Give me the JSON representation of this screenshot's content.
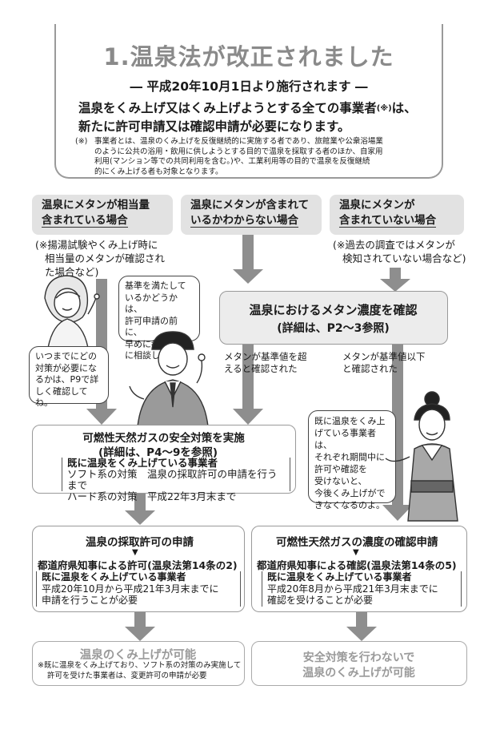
{
  "header": {
    "title": "1.温泉法が改正されました",
    "subtitle": "― 平成20年10月1日より施行されます ―",
    "main_line1": "温泉をくみ上げ又はくみ上げようとする全ての事業者",
    "main_mark": "(※)",
    "main_line1_end": "は、",
    "main_line2": "新たに許可申請又は確認申請が必要になります。",
    "footnote_mark": "(※)",
    "footnote": [
      "事業者とは、温泉のくみ上げを反復継続的に実施する者であり、旅館業や公衆浴場業",
      "のように公共の浴用・飲用に供しようとする目的で温泉を採取する者のほか、自家用",
      "利用(マンション等での共同利用を含む。)や、工業利用等の目的で温泉を反復継続",
      "的にくみ上げる者も対象となります。"
    ]
  },
  "cases": [
    {
      "line1": "温泉にメタンが相当量",
      "line2": "含まれている場合",
      "note": [
        "(※揚湯試験やくみ上げ時に",
        "相当量のメタンが確認され",
        "た場合など)"
      ]
    },
    {
      "line1": "温泉にメタンが含まれて",
      "line2": "いるかわからない場合",
      "note": []
    },
    {
      "line1": "温泉にメタンが",
      "line2": "含まれていない場合",
      "note": [
        "(※過去の調査ではメタンが",
        "検知されていない場合など)"
      ]
    }
  ],
  "bubbles": {
    "woman_left": [
      "いつまでにどの",
      "対策が必要にな",
      "るかは、P9で詳",
      "しく確認してね。"
    ],
    "man": [
      "基準を満たして",
      "いるかどうかは、",
      "許可申請の前に、",
      "早めに都道府県",
      "に相談しよう。"
    ],
    "woman_right": [
      "既に温泉をくみ上",
      "げている事業者は、",
      "それぞれ期間中に",
      "許可や確認を",
      "受けないと、",
      "今後くみ上げがで",
      "きなくなるのよ。"
    ]
  },
  "methane_check": {
    "line1": "温泉におけるメタン濃度を確認",
    "line2": "(詳細は、P2〜3参照)"
  },
  "conditions": {
    "above": [
      "メタンが基準値を超",
      "えると確認された"
    ],
    "below": [
      "メタンが基準値以下",
      "と確認された"
    ]
  },
  "safety": {
    "title1": "可燃性天然ガスの安全対策を実施",
    "title2": "(詳細は、P4〜9を参照)",
    "existing": "既に温泉をくみ上げている事業者",
    "soft": "ソフト系の対策　温泉の採取許可の申請を行うまで",
    "hard": "ハード系の対策　平成22年3月末まで"
  },
  "permit": {
    "title": "温泉の採取許可の申請",
    "sub": "都道府県知事による許可(温泉法第14条の2)",
    "existing": "既に温泉をくみ上げている事業者",
    "line1": "平成20年10月から平成21年3月末までに",
    "line2": "申請を行うことが必要"
  },
  "confirm": {
    "title": "可燃性天然ガスの濃度の確認申請",
    "sub": "都道府県知事による確認(温泉法第14条の5)",
    "existing": "既に温泉をくみ上げている事業者",
    "line1": "平成20年8月から平成21年3月末までに",
    "line2": "確認を受けることが必要"
  },
  "result_left": {
    "title": "温泉のくみ上げが可能",
    "note1": "※既に温泉をくみ上げており、ソフト系の対策のみ実施して",
    "note2": "許可を受けた事業者は、変更許可の申請が必要"
  },
  "result_right": {
    "line1": "安全対策を行わないで",
    "line2": "温泉のくみ上げが可能"
  },
  "colors": {
    "arrow": "#8e8e8e",
    "tag_bg": "#e2e2e2",
    "title_grey": "#8a8a8a",
    "panel_border": "#9a9a9a"
  }
}
